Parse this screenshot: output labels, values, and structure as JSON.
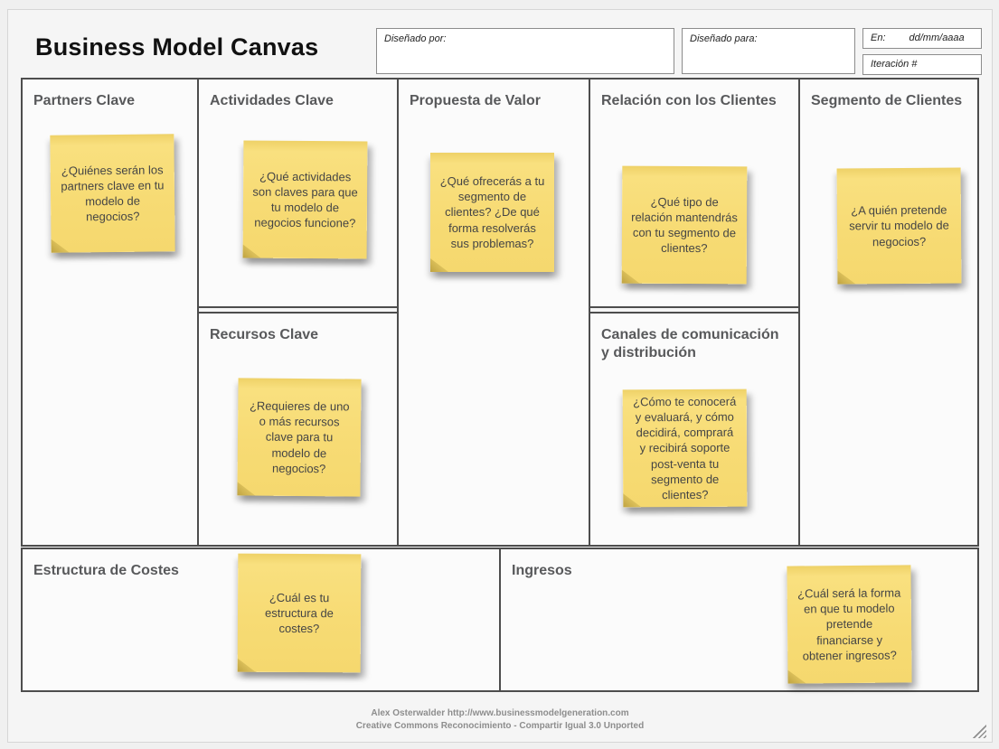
{
  "title": "Business Model Canvas",
  "header": {
    "designed_by_label": "Diseñado por:",
    "designed_for_label": "Diseñado para:",
    "date_label": "En:",
    "date_placeholder": "dd/mm/aaaa",
    "iteration_label": "Iteración #"
  },
  "sections": [
    {
      "title": "Partners Clave",
      "note": "¿Quiénes serán los partners clave en tu modelo de negocios?"
    },
    {
      "title": "Actividades Clave",
      "note": "¿Qué actividades son claves para que tu modelo de negocios funcione?"
    },
    {
      "title": "Recursos Clave",
      "note": "¿Requieres de uno o más recursos clave para tu modelo de negocios?"
    },
    {
      "title": "Propuesta de Valor",
      "note": "¿Qué ofrecerás a tu segmento de clientes? ¿De qué forma resolverás sus problemas?"
    },
    {
      "title": "Relación con los Clientes",
      "note": "¿Qué tipo de relación mantendrás con tu segmento de clientes?"
    },
    {
      "title": "Canales de comunicación y distribución",
      "note": "¿Cómo te conocerá y evaluará, y cómo decidirá, comprará y recibirá soporte post-venta tu segmento de clientes?"
    },
    {
      "title": "Segmento de Clientes",
      "note": "¿A quién pretende servir tu modelo de negocios?"
    },
    {
      "title": "Estructura de Costes",
      "note": "¿Cuál es tu estructura de costes?"
    },
    {
      "title": "Ingresos",
      "note": "¿Cuál será la forma en que tu modelo pretende financiarse y obtener ingresos?"
    }
  ],
  "footer": {
    "line1": "Alex Osterwalder http://www.businessmodelgeneration.com",
    "line2": "Creative Commons Reconocimiento - Compartir Igual 3.0 Unported"
  },
  "colors": {
    "note_yellow": "#f7db74",
    "note_fold": "#d9bd58",
    "box_border": "#4d4d4d",
    "section_header_text": "#58595b",
    "footer_text": "#8d8d8d"
  },
  "icons": {
    "resize_grip": "diagonal-hatch-triangle"
  }
}
